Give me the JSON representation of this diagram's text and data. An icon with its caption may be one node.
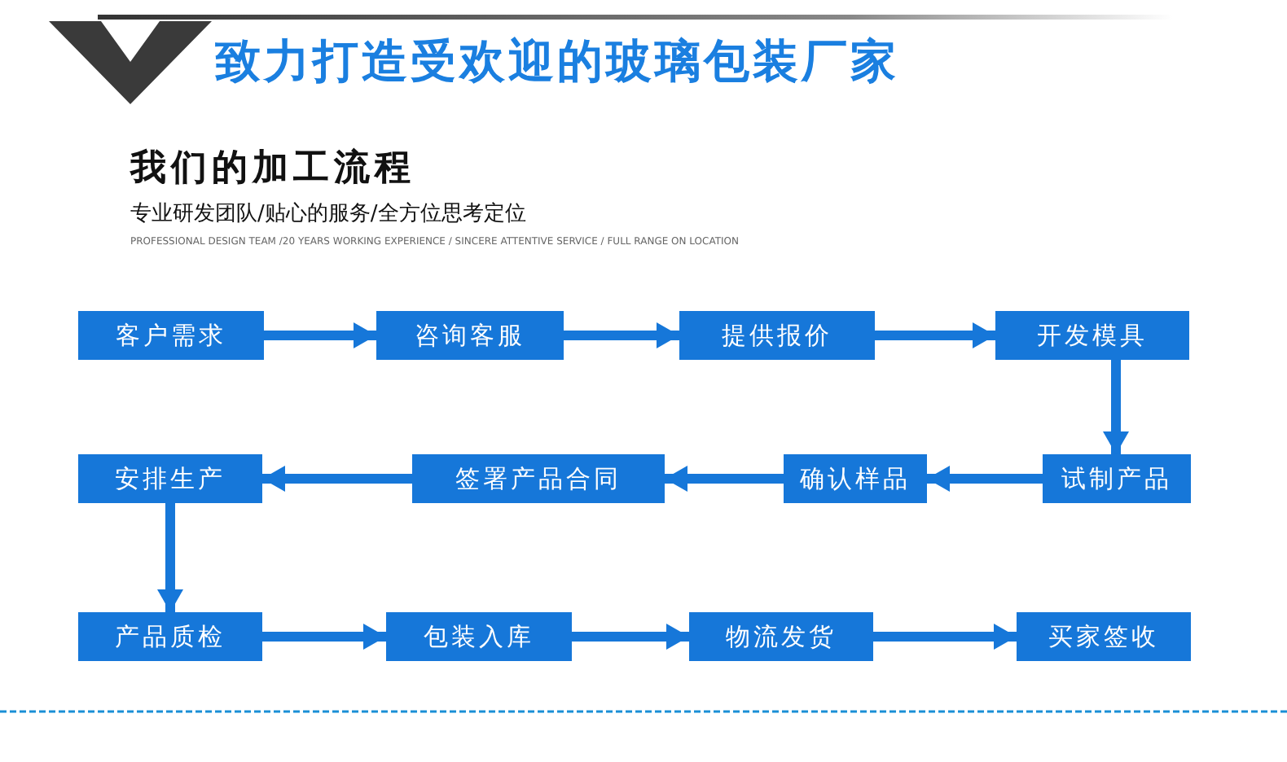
{
  "diagram": {
    "title": "致力打造受欢迎的玻璃包装厂家",
    "nodes": [
      {
        "text": [
          "客户需求"
        ]
      },
      {
        "text": [
          "咨询客服"
        ]
      },
      {
        "text": [
          "提供报价"
        ]
      },
      {
        "text": [
          "开发模具"
        ]
      },
      {
        "text": [
          "安排生产"
        ]
      },
      {
        "text": [
          "签署产品合同"
        ]
      },
      {
        "text": [
          "确认样品"
        ]
      },
      {
        "text": [
          "试制产品"
        ]
      },
      {
        "text": [
          "产品质检"
        ]
      },
      {
        "text": [
          "包装入库"
        ]
      },
      {
        "text": [
          "物流发货"
        ]
      },
      {
        "text": [
          "买家签收"
        ]
      }
    ],
    "edges": [
      {
        "from": 0,
        "to": 1,
        "arrow": "to"
      },
      {
        "from": 1,
        "to": 2,
        "arrow": "to"
      },
      {
        "from": 2,
        "to": 3,
        "arrow": "to"
      },
      {
        "from": 3,
        "to": 7,
        "arrow": "to"
      },
      {
        "from": 7,
        "to": 6,
        "arrow": "to"
      },
      {
        "from": 6,
        "to": 5,
        "arrow": "to"
      },
      {
        "from": 5,
        "to": 4,
        "arrow": "to"
      },
      {
        "from": 4,
        "to": 8,
        "arrow": "to"
      },
      {
        "from": 8,
        "to": 9,
        "arrow": "to"
      },
      {
        "from": 9,
        "to": 10,
        "arrow": "to"
      },
      {
        "from": 10,
        "to": 11,
        "arrow": "to"
      }
    ],
    "labels": [
      "我们的加工流程",
      "专业研发团队/贴心的服务/全方位思考定位",
      "PROFESSIONAL DESIGN TEAM /20 YEARS WORKING EXPERIENCE / SINCERE ATTENTIVE SERVICE / FULL RANGE ON LOCATION"
    ]
  }
}
